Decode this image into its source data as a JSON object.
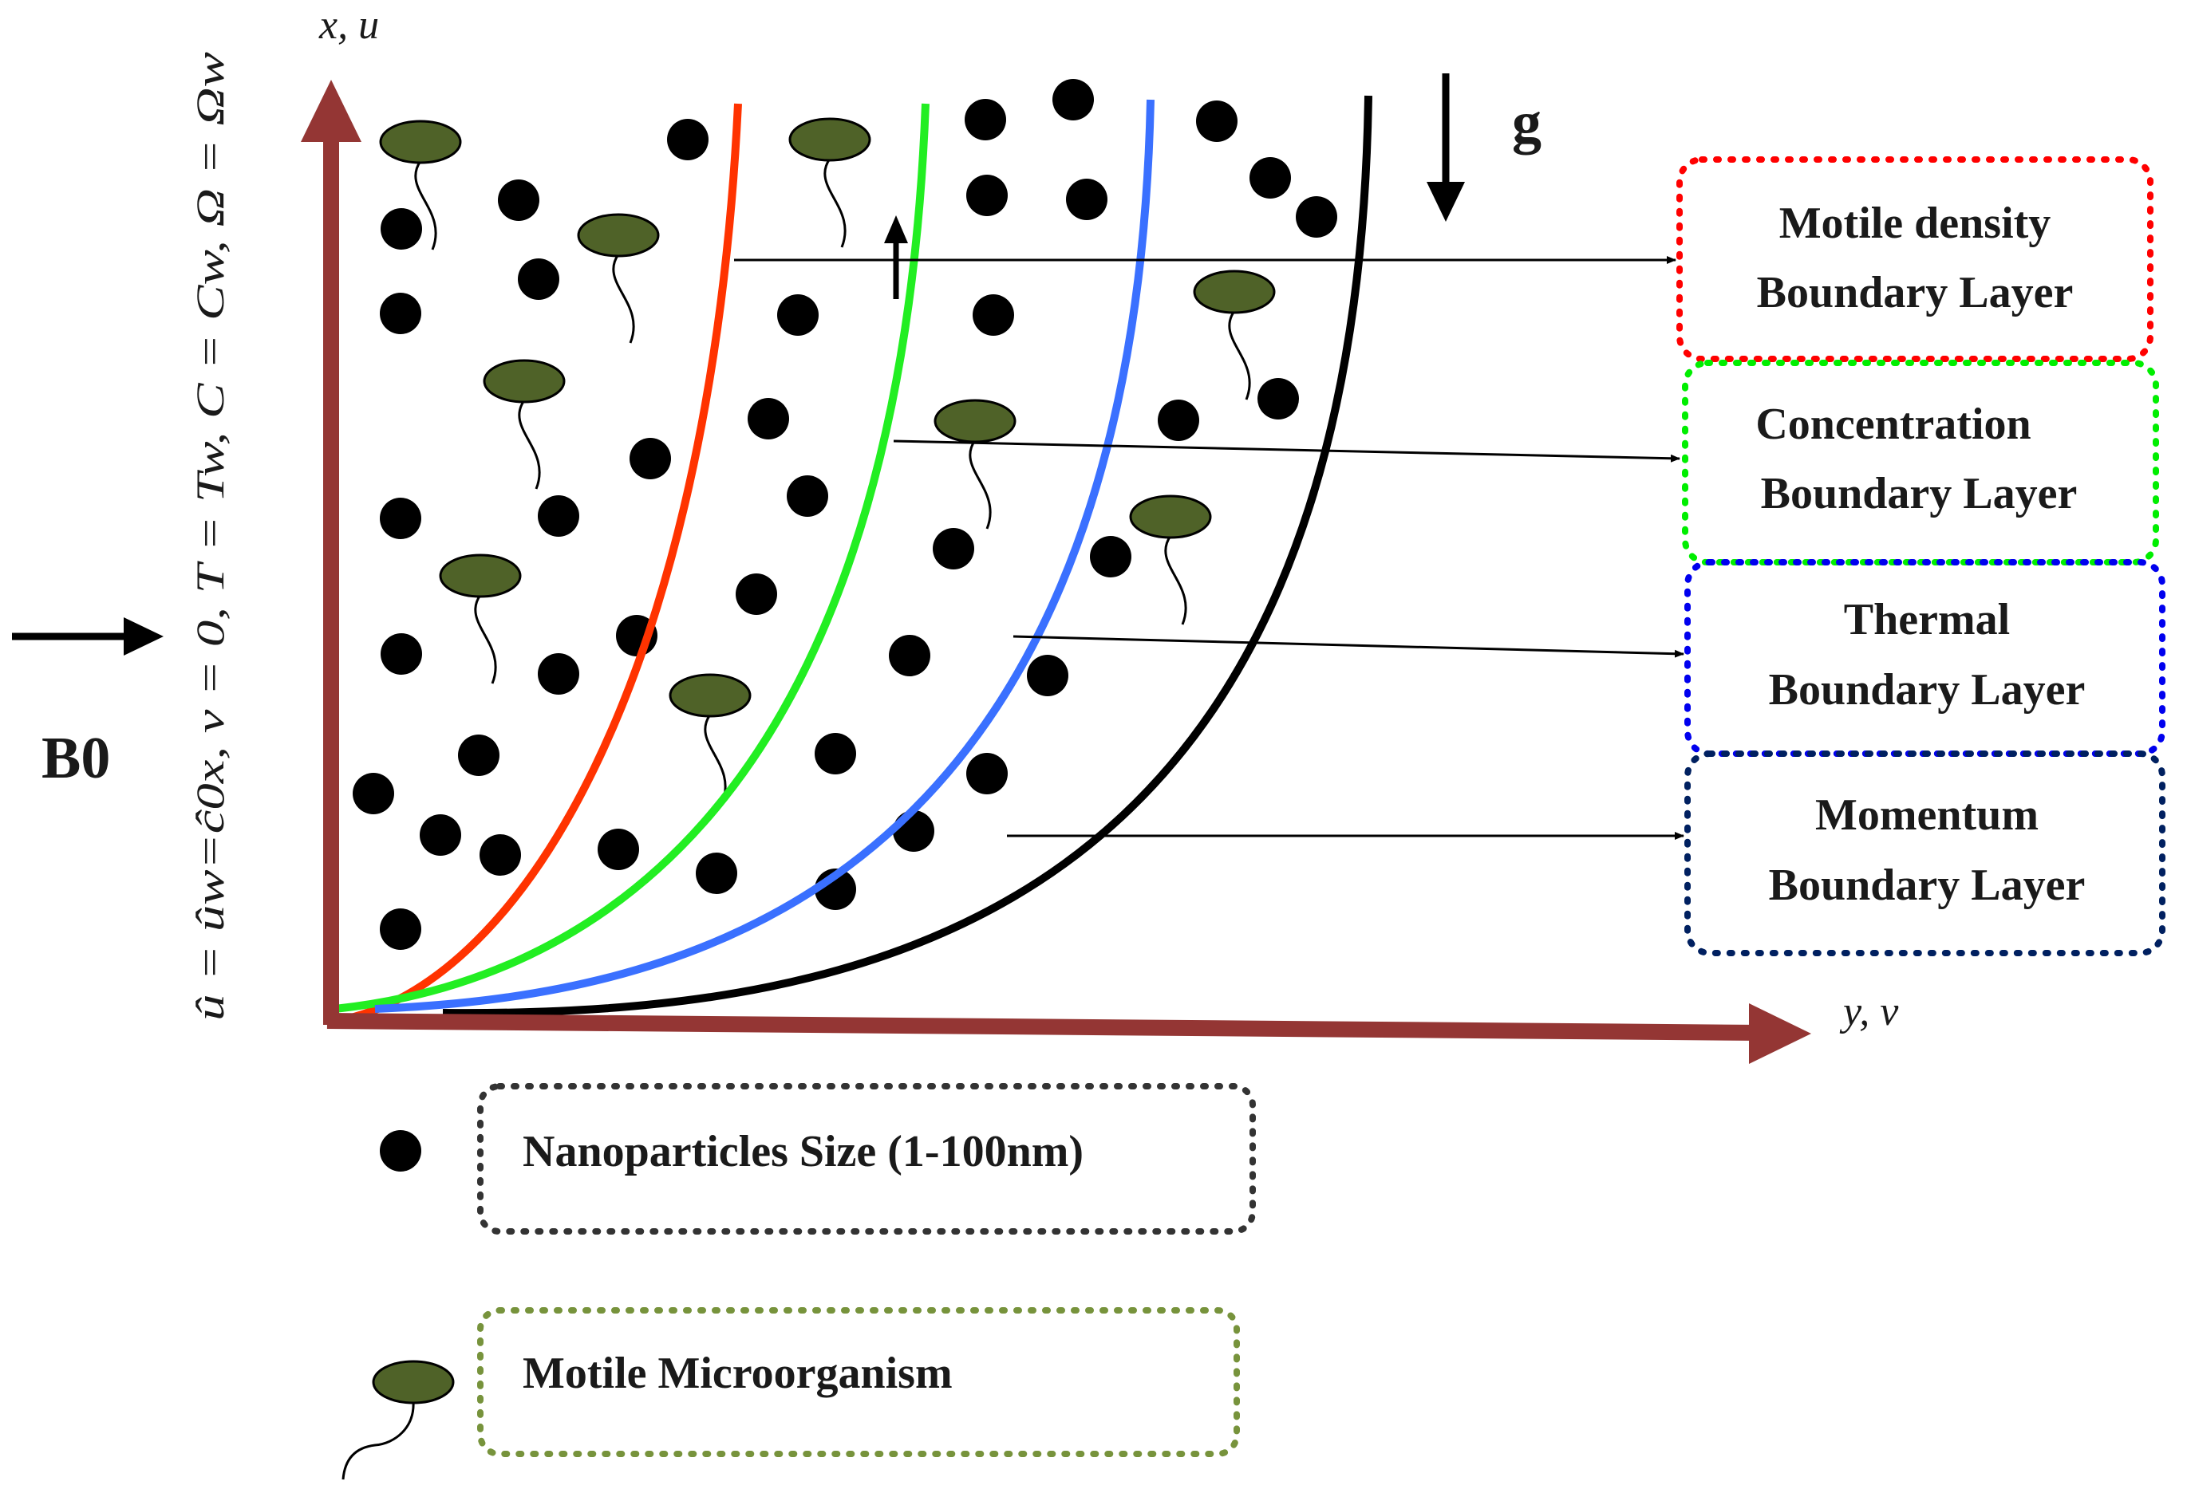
{
  "axes": {
    "vertical_label": "x, u",
    "horizontal_label": "y, v",
    "axis_color": "#943634"
  },
  "boundary_condition": "û = ûw=ĉ0x, v = 0, T = Tw, C = Cw, Ω = Ωw",
  "magnetic_field_label": "B0",
  "gravity_label": "g",
  "layers": [
    {
      "line1": "Motile density",
      "line2": "Boundary Layer",
      "color": "#ff0000"
    },
    {
      "line1": "Concentration",
      "line2": "Boundary Layer",
      "color": "#00ee00"
    },
    {
      "line1": "Thermal",
      "line2": "Boundary Layer",
      "color": "#0000ee"
    },
    {
      "line1": "Momentum",
      "line2": "Boundary Layer",
      "color": "#002060"
    }
  ],
  "curve_colors": {
    "motile": "#ff3300",
    "concentration": "#22ee22",
    "thermal": "#3a70ff",
    "momentum": "#000000"
  },
  "legend": {
    "nanoparticle": {
      "label": "Nanoparticles Size (1-100nm)",
      "border_color": "#333333"
    },
    "microorganism": {
      "label": "Motile Microorganism",
      "border_color": "#77933c"
    }
  },
  "microorganism_color": "#4f6228"
}
